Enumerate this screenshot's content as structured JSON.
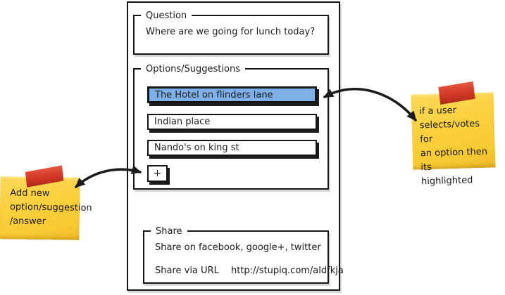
{
  "panel": {
    "question_section": {
      "legend": "Question",
      "text": "Where are we going for lunch today?"
    },
    "options_section": {
      "legend": "Options/Suggestions",
      "options": [
        {
          "label": "The Hotel on flinders lane",
          "selected": true
        },
        {
          "label": "Indian place",
          "selected": false
        },
        {
          "label": "Nando's on king st",
          "selected": false
        }
      ],
      "add_button_label": "+"
    },
    "share_section": {
      "legend": "Share",
      "social_text": "Share on facebook, google+, twitter",
      "url_label": "Share via URL",
      "url_value": "http://stupiq.com/aldfkja"
    }
  },
  "annotations": {
    "left_note": {
      "lines": [
        "Add new",
        "option/suggestion",
        "/answer"
      ]
    },
    "right_note": {
      "lines": [
        "if a user",
        "selects/votes for",
        "an option then its",
        "highlighted"
      ]
    }
  },
  "icons": {
    "tape": "red-tape-icon",
    "arrow": "double-headed-arrow"
  },
  "colors": {
    "selected_option_fill": "#7FB1E8",
    "note_yellow": "#FBD03C",
    "tape_red": "#D63C2B",
    "ink": "#1B1B1B"
  }
}
